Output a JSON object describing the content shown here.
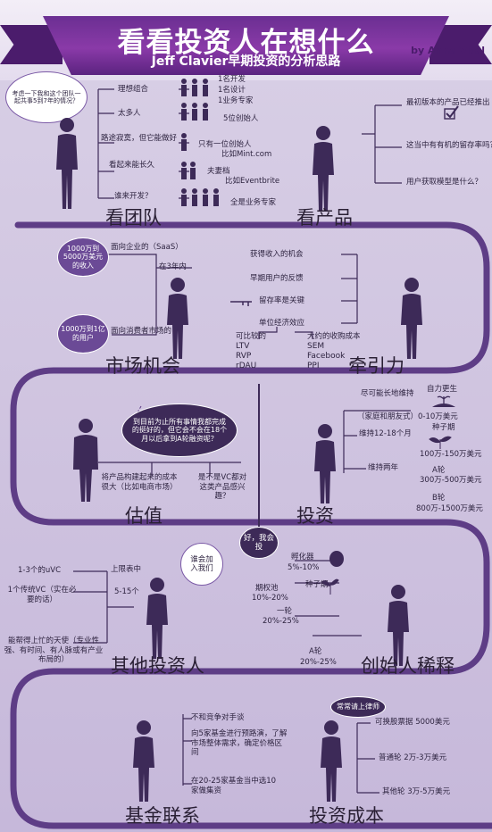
{
  "header": {
    "title": "看看投资人在想什么",
    "subtitle": "Jeff Clavier早期投资的分析思路",
    "byline": "by Anna Vital"
  },
  "team": {
    "heading": "看团队",
    "question": "考虑一下我和这个团队一起共事5到7年的情况？",
    "branches": [
      "理想组合",
      "太多人",
      "路途寂寞，但它能做好",
      "看起来能长久",
      "谁来开发？"
    ],
    "details": [
      "1名开发",
      "1名设计",
      "1业务专家",
      "5位创始人",
      "只有一位创始人",
      "比如Mint.com",
      "夫妻档",
      "比如Eventbrite",
      "全是业务专家"
    ]
  },
  "product": {
    "heading": "看产品",
    "items": [
      "最初版本的产品已经推出",
      "这当中有有机的留存率吗？",
      "用户获取模型是什么？"
    ]
  },
  "market": {
    "heading": "市场机会",
    "bubble1": "1000万到5000万美元的收入",
    "label1": "面向企业的（SaaS）",
    "timeline": "在3年内",
    "bubble2": "1000万到1亿的用户",
    "label2": "面向消费者市场的"
  },
  "traction": {
    "heading": "牵引力",
    "items": [
      "获得收入的机会",
      "早期用户的反馈",
      "留存率是关键",
      "单位经济效应"
    ],
    "left_label": "可比较的",
    "left_metrics": [
      "LTV",
      "RVP",
      "rDAU"
    ],
    "right_label": "大约的收购成本",
    "right_metrics": [
      "SEM",
      "Facebook",
      "PPI"
    ]
  },
  "valuation": {
    "heading": "估值",
    "question": "到目前为止所有事情我都完成的挺好的，但它会不会在18个月以后拿到A轮融资呢？",
    "cost": "将产品构建起来的成本很大（比如电商市场）",
    "vc": "是不是VC都对这类产品感兴趣？"
  },
  "investment": {
    "heading": "投资",
    "stages": [
      "尽可能长地维持",
      "（家庭和朋友式）0-10万美元",
      "维持12-18个月",
      "维持两年"
    ],
    "rounds": [
      "自力更生",
      "种子期",
      "100万-150万美元",
      "A轮",
      "300万-500万美元",
      "B轮",
      "800万-1500万美元"
    ]
  },
  "center": {
    "badge": "好，我会投"
  },
  "other_investors": {
    "heading": "其他投资人",
    "question": "谁会加入我们",
    "items": [
      "1-3个的uVC",
      "1个传统VC（实在必要的话）",
      "能帮得上忙的天使（专业性强、有时间、有人脉或有产业布局的）"
    ],
    "range1": "上限表中",
    "range2": "5-15个"
  },
  "dilution": {
    "heading": "创始人稀释",
    "items": [
      "孵化器",
      "5%-10%",
      "种子期",
      "期权池",
      "10%-20%",
      "一轮",
      "20%-25%",
      "A轮",
      "20%-25%"
    ]
  },
  "syndicate": {
    "heading": "基金联系",
    "items": [
      "不和竞争对手谈",
      "向5家基金进行预路演，了解市场整体需求，确定价格区间",
      "在20-25家基金当中选10家做集资"
    ]
  },
  "costs": {
    "heading": "投资成本",
    "badge": "常常请上律师",
    "items": [
      "可换股票据 5000美元",
      "普通轮 2万-3万美元",
      "其他轮 3万-5万美元"
    ]
  }
}
